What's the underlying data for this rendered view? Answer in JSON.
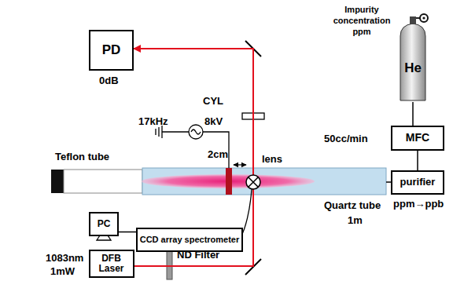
{
  "diagram": {
    "nodes": [
      {
        "text": [
          "PD"
        ]
      },
      {
        "text": [
          "He"
        ]
      },
      {
        "text": [
          "MFC"
        ]
      },
      {
        "text": [
          "purifier"
        ]
      },
      {
        "text": [
          "PC"
        ]
      },
      {
        "text": [
          "CCD array spectrometer"
        ]
      },
      {
        "text": [
          "DFB Laser"
        ]
      }
    ],
    "edges": [
      {
        "from": 1,
        "to": 2,
        "arrow": "none"
      },
      {
        "from": 2,
        "to": 3,
        "arrow": "none"
      },
      {
        "from": 4,
        "to": 5,
        "arrow": "none"
      },
      {
        "from": 6,
        "to": 0,
        "arrow": "to"
      }
    ],
    "labels": [
      "Impurity concentration ppm",
      "0dB",
      "CYL",
      "17kHz",
      "8kV",
      "50cc/min",
      "Teflon tube",
      "2cm",
      "lens",
      "Quartz tube",
      "1m",
      "ppm→ppb",
      "ND Filter",
      "1083nm",
      "1mW"
    ]
  }
}
